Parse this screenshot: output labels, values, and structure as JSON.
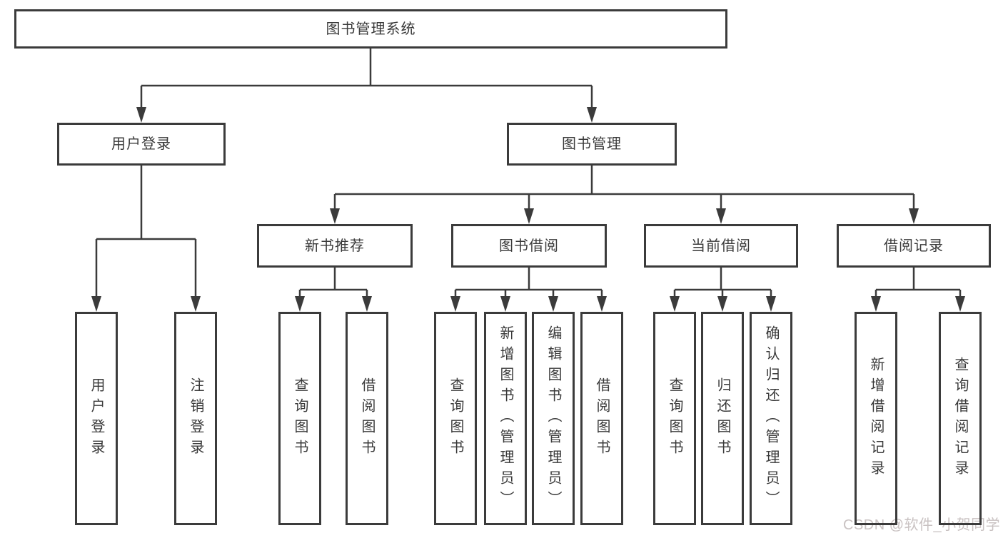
{
  "tree": {
    "root": {
      "label": "图书管理系统"
    },
    "branches": [
      {
        "label": "用户登录",
        "children": [
          "用户登录",
          "注销登录"
        ]
      },
      {
        "label": "图书管理",
        "groups": [
          {
            "label": "新书推荐",
            "children": [
              "查询图书",
              "借阅图书"
            ]
          },
          {
            "label": "图书借阅",
            "children": [
              "查询图书",
              "新增图书（管理员）",
              "编辑图书（管理员）",
              "借阅图书"
            ]
          },
          {
            "label": "当前借阅",
            "children": [
              "查询图书",
              "归还图书",
              "确认归还（管理员）"
            ]
          },
          {
            "label": "借阅记录",
            "children": [
              "新增借阅记录",
              "查询借阅记录"
            ]
          }
        ]
      }
    ]
  },
  "watermark": {
    "text": "CSDN @软件_小贺同学",
    "color": "#c9c2c2"
  },
  "colors": {
    "line": "#3b3b3b",
    "box_border": "#3b3b3b",
    "text": "#3a3a3a",
    "background": "#ffffff"
  }
}
